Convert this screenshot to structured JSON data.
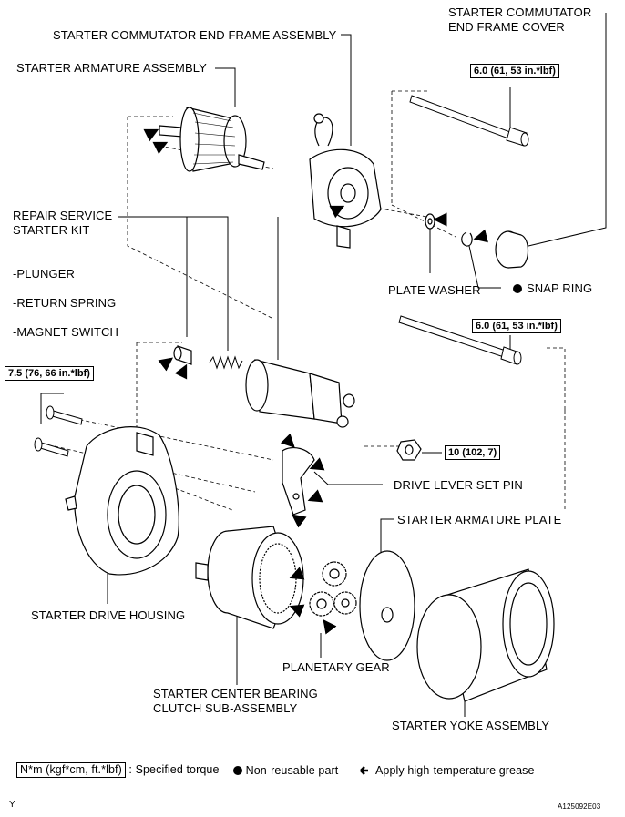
{
  "labels": {
    "commutator_end_frame_assembly": "STARTER COMMUTATOR END FRAME ASSEMBLY",
    "commutator_end_frame_cover_1": "STARTER COMMUTATOR",
    "commutator_end_frame_cover_2": "END FRAME COVER",
    "armature_assembly": "STARTER ARMATURE ASSEMBLY",
    "repair_kit_1": "REPAIR SERVICE",
    "repair_kit_2": "STARTER KIT",
    "plunger": "-PLUNGER",
    "return_spring": "-RETURN SPRING",
    "magnet_switch": "-MAGNET SWITCH",
    "plate_washer": "PLATE WASHER",
    "snap_ring": "SNAP RING",
    "drive_lever_set_pin": "DRIVE LEVER SET PIN",
    "armature_plate": "STARTER ARMATURE PLATE",
    "drive_housing": "STARTER DRIVE HOUSING",
    "planetary_gear": "PLANETARY GEAR",
    "center_bearing_1": "STARTER CENTER BEARING",
    "center_bearing_2": "CLUTCH SUB-ASSEMBLY",
    "yoke_assembly": "STARTER YOKE ASSEMBLY"
  },
  "torque_specs": {
    "top_bolt": "6.0 (61, 53 in.*lbf)",
    "middle_bolt": "6.0 (61, 53 in.*lbf)",
    "housing_bolts": "7.5 (76, 66 in.*lbf)",
    "nut": "10 (102, 7)"
  },
  "legend": {
    "unit_box": "N*m (kgf*cm, ft.*lbf)",
    "specified_torque": ": Specified torque",
    "non_reusable": "Non-reusable part",
    "grease": "Apply high-temperature grease"
  },
  "footer": {
    "left_code": "Y",
    "figure_id": "A125092E03"
  }
}
